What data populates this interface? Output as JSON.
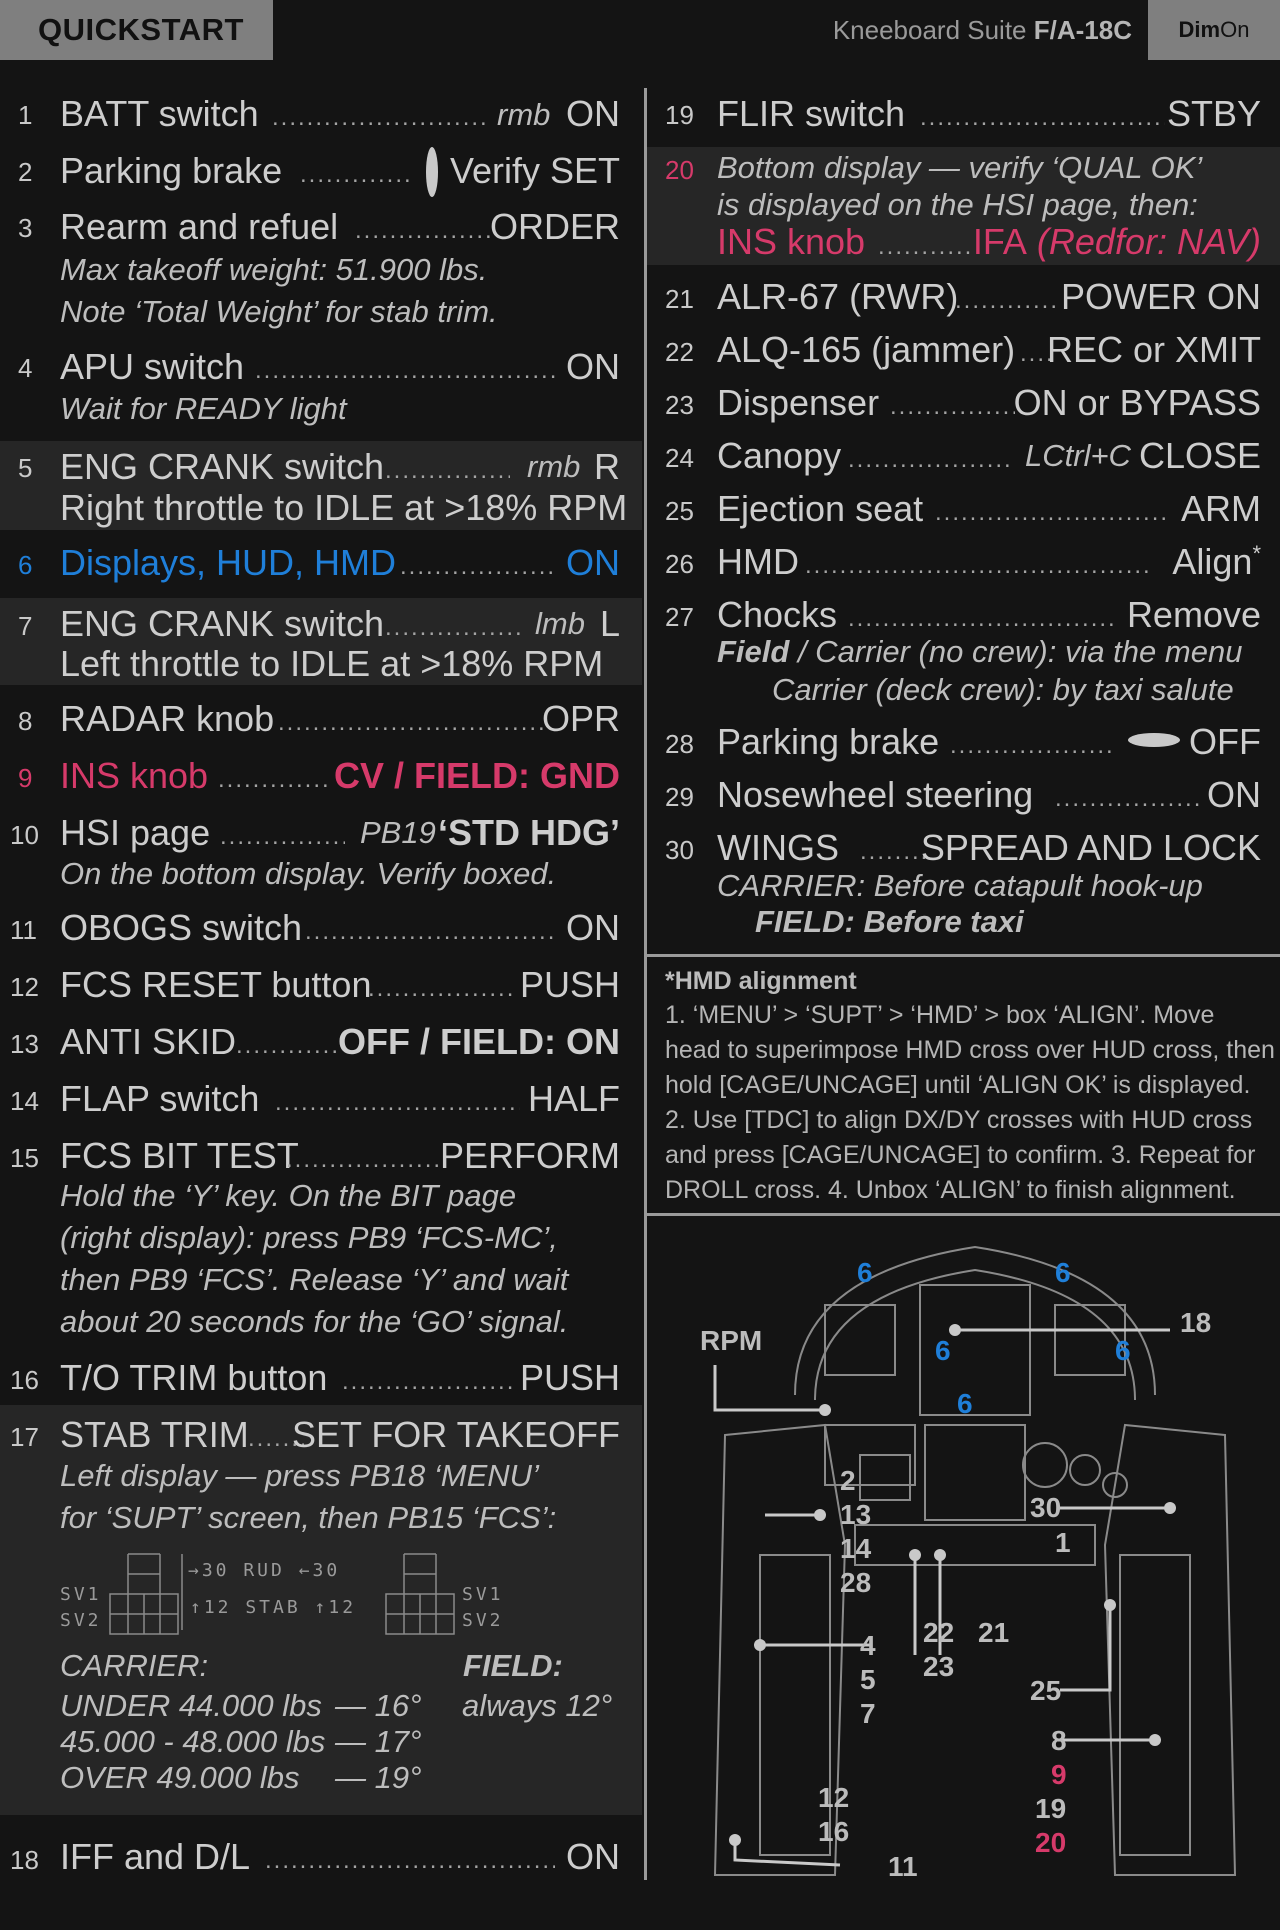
{
  "header": {
    "section": "QUICKSTART",
    "title_prefix": "Kneeboard Suite ",
    "title_aircraft": "F/A-18C",
    "dim_a": "Dim",
    "dim_b": "On"
  },
  "left": [
    {
      "n": "1",
      "label": "BATT switch",
      "hint": "rmb",
      "value": "ON"
    },
    {
      "n": "2",
      "label": "Parking brake",
      "value": "Verify SET"
    },
    {
      "n": "3",
      "label": "Rearm and refuel",
      "value": "ORDER",
      "sub1": "Max takeoff weight: 51.900 lbs.",
      "sub2": "Note ‘Total Weight’ for stab trim."
    },
    {
      "n": "4",
      "label": "APU switch",
      "value": "ON",
      "sub1": "Wait for READY light"
    },
    {
      "n": "5",
      "label": "ENG CRANK switch",
      "hint": "rmb",
      "value": "R",
      "sub1": "Right throttle to IDLE at >18% RPM"
    },
    {
      "n": "6",
      "label": "Displays, HUD, HMD",
      "value": "ON"
    },
    {
      "n": "7",
      "label": "ENG CRANK switch",
      "hint": "lmb",
      "value": "L",
      "sub1": "Left throttle to IDLE at >18% RPM"
    },
    {
      "n": "8",
      "label": "RADAR knob",
      "value": "OPR"
    },
    {
      "n": "9",
      "label": "INS knob",
      "value": "CV / FIELD: GND"
    },
    {
      "n": "10",
      "label": "HSI page",
      "hint": "PB19",
      "value": "‘STD HDG’",
      "sub1": "On the bottom display. Verify boxed."
    },
    {
      "n": "11",
      "label": "OBOGS switch",
      "value": "ON"
    },
    {
      "n": "12",
      "label": "FCS RESET button",
      "value": "PUSH"
    },
    {
      "n": "13",
      "label": "ANTI SKID",
      "value": "OFF / FIELD: ON"
    },
    {
      "n": "14",
      "label": "FLAP switch",
      "value": "HALF"
    },
    {
      "n": "15",
      "label": "FCS BIT TEST",
      "value": "PERFORM",
      "sub1": "Hold the ‘Y’ key. On the BIT page",
      "sub2": "(right display): press PB9 ‘FCS-MC’,",
      "sub3": "then PB9 ‘FCS’. Release ‘Y’ and wait",
      "sub4": "about 20 seconds for the ‘GO’ signal."
    },
    {
      "n": "16",
      "label": "T/O TRIM button",
      "value": "PUSH"
    },
    {
      "n": "17",
      "label": "STAB TRIM",
      "value": "SET FOR TAKEOFF",
      "sub1": "Left display — press PB18 ‘MENU’",
      "sub2": "for ‘SUPT’ screen, then PB15 ‘FCS’:"
    },
    {
      "n": "18",
      "label": "IFF and D/L",
      "value": "ON"
    }
  ],
  "stab": {
    "sv1": "SV1",
    "sv2": "SV2",
    "rud": "→30  RUD ←30",
    "stab": "↑12 STAB ↑12",
    "carrier_h": "CARRIER:",
    "field_h": "FIELD:",
    "field_v": "always 12°",
    "c1": "UNDER 44.000 lbs",
    "c1v": "— 16°",
    "c2": "45.000 - 48.000 lbs",
    "c2v": "— 17°",
    "c3": "OVER 49.000 lbs",
    "c3v": "— 19°"
  },
  "right": [
    {
      "n": "19",
      "label": "FLIR switch",
      "value": "STBY"
    },
    {
      "n": "20",
      "label": "Bottom display — verify ‘QUAL OK’",
      "sub1": "is displayed on the HSI page, then:",
      "label2": "INS knob",
      "value2": "IFA",
      "value3": " (Redfor: NAV)"
    },
    {
      "n": "21",
      "label": "ALR-67 (RWR)",
      "value": "POWER ON"
    },
    {
      "n": "22",
      "label": "ALQ-165 (jammer)",
      "value": "REC or XMIT"
    },
    {
      "n": "23",
      "label": "Dispenser",
      "value": "ON or BYPASS"
    },
    {
      "n": "24",
      "label": "Canopy",
      "hint": "LCtrl+C",
      "value": "CLOSE"
    },
    {
      "n": "25",
      "label": "Ejection seat",
      "value": "ARM"
    },
    {
      "n": "26",
      "label": "HMD",
      "value": "Align",
      "sup": "*"
    },
    {
      "n": "27",
      "label": "Chocks",
      "value": "Remove",
      "sub1a": "Field",
      "sub1b": " / Carrier (no crew): via the menu",
      "sub2": "Carrier (deck crew): by taxi salute"
    },
    {
      "n": "28",
      "label": "Parking brake",
      "value": "OFF"
    },
    {
      "n": "29",
      "label": "Nosewheel steering",
      "value": "ON"
    },
    {
      "n": "30",
      "label": "WINGS",
      "value": "SPREAD AND LOCK",
      "sub1a": "CARRIER:",
      "sub1b": "  Before catapult hook-up",
      "sub2a": "FIELD:",
      "sub2b": "  Before taxi"
    }
  ],
  "note": {
    "title": "*HMD alignment",
    "text": "1. ‘MENU’ > ‘SUPT’ > ‘HMD’ > box ‘ALIGN’. Move head to superimpose HMD cross over HUD cross, then hold [CAGE/UNCAGE] until ‘ALIGN OK’ is displayed. 2. Use [TDC] to align DX/DY crosses with HUD cross and press [CAGE/UNCAGE] to confirm. 3. Repeat for DROLL cross. 4. Unbox ‘ALIGN’ to finish alignment."
  },
  "diagram": {
    "rpm": "RPM",
    "labels": [
      "18",
      "2",
      "13",
      "14",
      "28",
      "30",
      "1",
      "4",
      "5",
      "7",
      "22",
      "23",
      "21",
      "25",
      "8",
      "9",
      "19",
      "20",
      "12",
      "16",
      "11"
    ],
    "six": "6"
  },
  "colors": {
    "blue": "#1f7fd9",
    "red": "#d63a6a",
    "band": "#262626",
    "header": "#7f7f7f"
  }
}
